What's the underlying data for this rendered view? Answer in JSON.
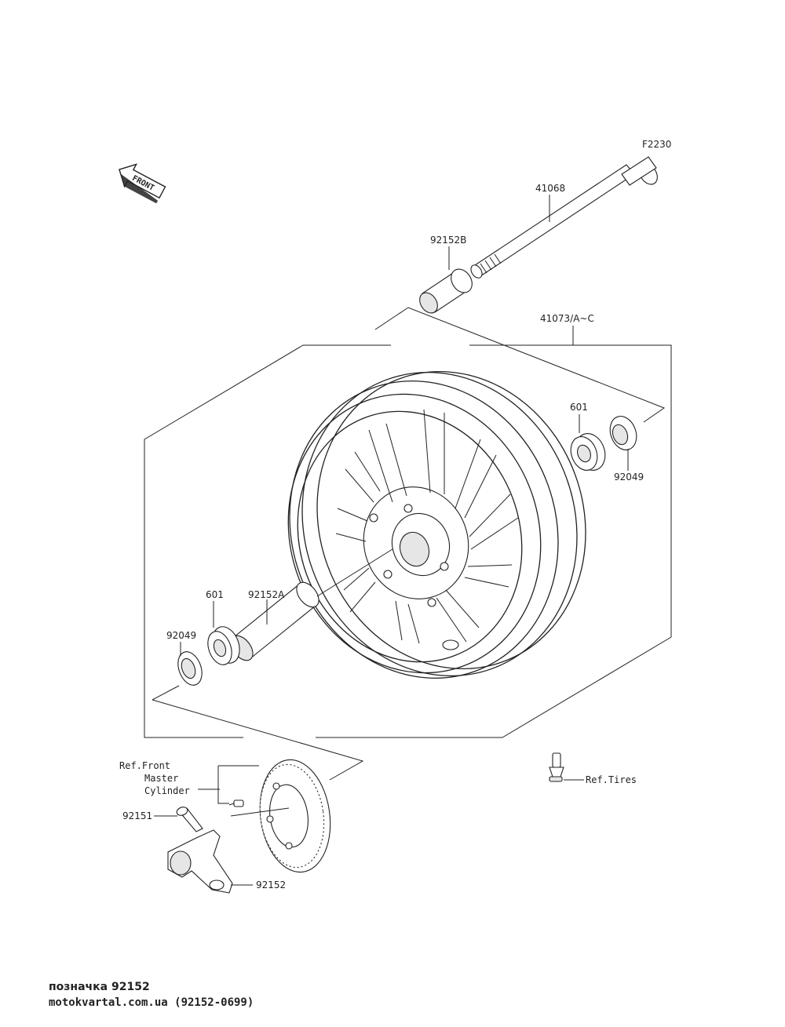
{
  "diagram_ref": "F2230",
  "front_marker": "FRONT",
  "labels": {
    "axle": "41068",
    "collar_b": "92152B",
    "wheel": "41073/A~C",
    "bearing_right": "601",
    "seal_right": "92049",
    "collar_a": "92152A",
    "bearing_left": "601",
    "seal_left": "92049",
    "bolt": "92151",
    "bracket": "92152",
    "ref_master_line1": "Ref.Front",
    "ref_master_line2": "Master",
    "ref_master_line3": "Cylinder",
    "ref_tires": "Ref.Tires"
  },
  "footer": {
    "caption": "позначка 92152",
    "site": "motokvartal.com.ua (92152-0699)"
  }
}
